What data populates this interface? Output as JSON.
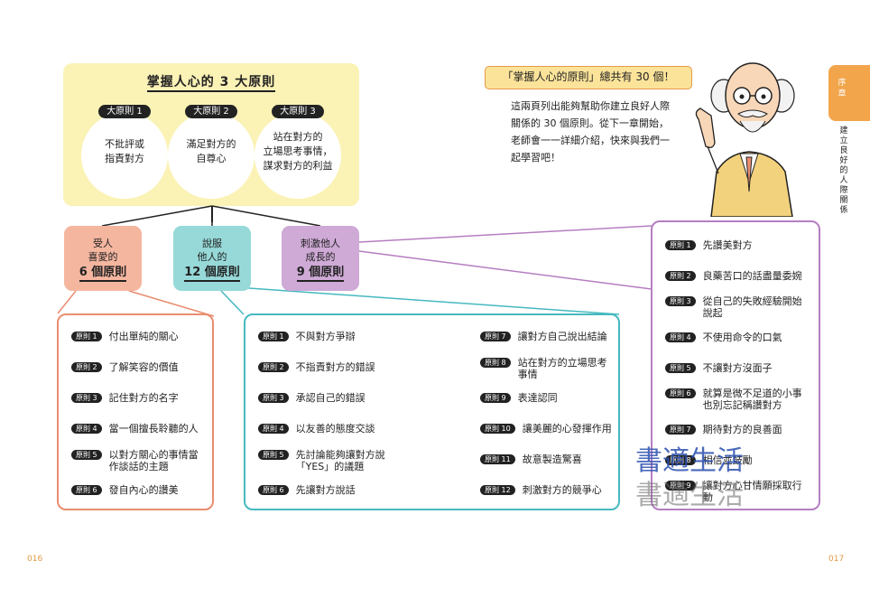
{
  "top": {
    "title": "掌握人心的 3 大原則",
    "principles": [
      {
        "tag": "大原則 1",
        "text": "不批評或\n指責對方"
      },
      {
        "tag": "大原則 2",
        "text": "滿足對方的\n自尊心"
      },
      {
        "tag": "大原則 3",
        "text": "站在對方的\n立場思考事情，\n謀求對方的利益"
      }
    ]
  },
  "categories": [
    {
      "line1": "受人",
      "line2": "喜愛的",
      "count": "6 個原則"
    },
    {
      "line1": "說服",
      "line2": "他人的",
      "count": "12 個原則"
    },
    {
      "line1": "刺激他人",
      "line2": "成長的",
      "count": "9 個原則"
    }
  ],
  "list1": [
    {
      "tag": "原則 1",
      "text": "付出單純的關心"
    },
    {
      "tag": "原則 2",
      "text": "了解笑容的價值"
    },
    {
      "tag": "原則 3",
      "text": "記住對方的名字"
    },
    {
      "tag": "原則 4",
      "text": "當一個擅長聆聽的人"
    },
    {
      "tag": "原則 5",
      "text": "以對方關心的事情當\n作談話的主題"
    },
    {
      "tag": "原則 6",
      "text": "發自內心的讚美"
    }
  ],
  "list2a": [
    {
      "tag": "原則 1",
      "text": "不與對方爭辯"
    },
    {
      "tag": "原則 2",
      "text": "不指責對方的錯誤"
    },
    {
      "tag": "原則 3",
      "text": "承認自己的錯誤"
    },
    {
      "tag": "原則 4",
      "text": "以友善的態度交談"
    },
    {
      "tag": "原則 5",
      "text": "先討論能夠讓對方說\n「YES」的議題"
    },
    {
      "tag": "原則 6",
      "text": "先讓對方說話"
    }
  ],
  "list2b": [
    {
      "tag": "原則 7",
      "text": "讓對方自己說出結論"
    },
    {
      "tag": "原則 8",
      "text": "站在對方的立場思考\n事情"
    },
    {
      "tag": "原則 9",
      "text": "表達認同"
    },
    {
      "tag": "原則 10",
      "text": "讓美麗的心發揮作用"
    },
    {
      "tag": "原則 11",
      "text": "故意製造驚喜"
    },
    {
      "tag": "原則 12",
      "text": "刺激對方的競爭心"
    }
  ],
  "list3": [
    {
      "tag": "原則 1",
      "text": "先讚美對方"
    },
    {
      "tag": "原則 2",
      "text": "良藥苦口的話盡量委婉"
    },
    {
      "tag": "原則 3",
      "text": "從自己的失敗經驗開始\n說起"
    },
    {
      "tag": "原則 4",
      "text": "不使用命令的口氣"
    },
    {
      "tag": "原則 5",
      "text": "不讓對方沒面子"
    },
    {
      "tag": "原則 6",
      "text": "就算是微不足道的小事\n也別忘記稱讚對方"
    },
    {
      "tag": "原則 7",
      "text": "期待對方的良善面"
    },
    {
      "tag": "原則 8",
      "text": "相信並鼓勵"
    },
    {
      "tag": "原則 9",
      "text": "讓對方心甘情願採取行\n動"
    }
  ],
  "intro": {
    "callout": "「掌握人心的原則」總共有 30 個！",
    "body": "這兩頁列出能夠幫助你建立良好人際關係的 30 個原則。從下一章開始，老師會一一詳細介紹，快來與我們一起學習吧！"
  },
  "side": {
    "tab": "序章",
    "vertical": "建立良好的人際關係"
  },
  "pages": {
    "left": "016",
    "right": "017"
  },
  "watermark": "書適生活",
  "colors": {
    "yellow": "#fbf2b6",
    "coral": "#f5b6a0",
    "teal": "#97d9d9",
    "purple": "#cfaad6",
    "orange": "#f2a54b"
  }
}
